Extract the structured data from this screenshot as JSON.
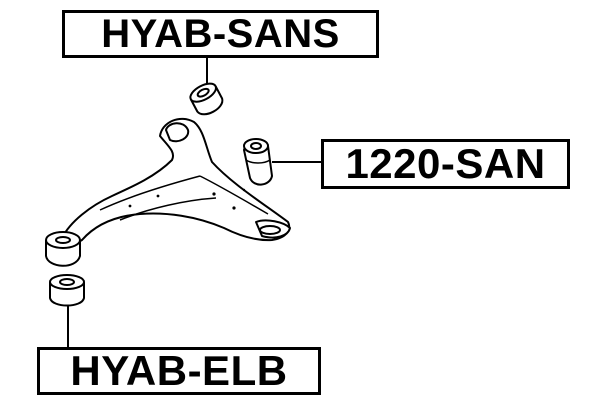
{
  "labels": {
    "top": "HYAB-SANS",
    "right": "1220-SAN",
    "bottom": "HYAB-ELB"
  },
  "colors": {
    "line": "#000000",
    "background": "#ffffff"
  }
}
